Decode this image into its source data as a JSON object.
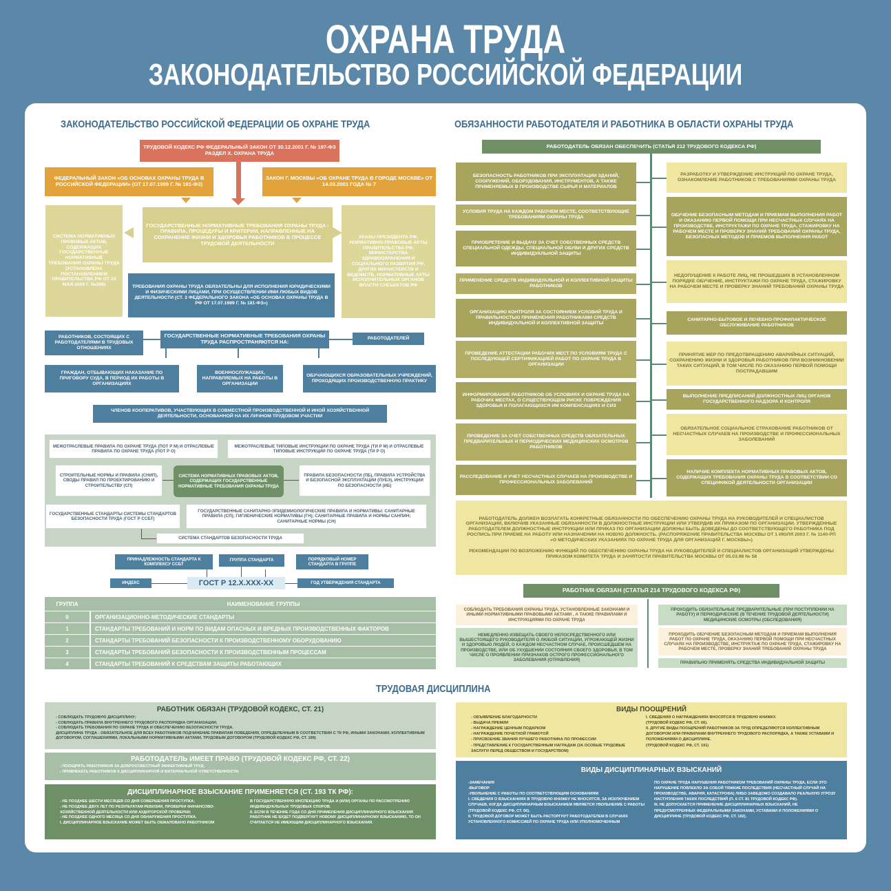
{
  "header": {
    "title": "ОХРАНА ТРУДА",
    "subtitle": "ЗАКОНОДАТЕЛЬСТВО РОССИЙСКОЙ ФЕДЕРАЦИИ"
  },
  "left": {
    "heading": "ЗАКОНОДАТЕЛЬСТВО РОССИЙСКОЙ ФЕДЕРАЦИИ ОБ ОХРАНЕ ТРУДА",
    "tk": "ТРУДОВОЙ КОДЕКС РФ ФЕДЕРАЛЬНЫЙ ЗАКОН ОТ 30.12.2001 Г. № 197-ФЗ РАЗДЕЛ X. ОХРАНА ТРУДА",
    "fz": "ФЕДЕРАЛЬНЫЙ ЗАКОН «ОБ ОСНОВАХ ОХРАНЫ ТРУДА В РОССИЙСКОЙ ФЕДЕРАЦИИ» (ОТ 17.07.1999 Г. № 181-ФЗ)",
    "mos": "ЗАКОН Г. МОСКВЫ «ОБ ОХРАНЕ ТРУДА В ГОРОДЕ МОСКВЕ» ОТ 14.03.2001 ГОДА № 7",
    "sys": "СИСТЕМА НОРМАТИВНЫХ ПРАВОВЫХ АКТОВ, СОДЕРЖАЩИХ ГОСУДАРСТВЕННЫЕ НОРМАТИВНЫЕ ТРЕБОВАНИЯ ОХРАНЫ ТРУДА (УСТАНОВЛЕНА ПОСТАНОВЛЕНИЕМ ПРАВИТЕЛЬСТВА РФ ОТ 23 МАЯ 2000 Г. №399)",
    "gos": "ГОСУДАРСТВЕННЫЕ НОРМАТИВНЫЕ ТРЕБОВАНИЯ ОХРАНЫ ТРУДА - ПРАВИЛА, ПРОЦЕДУРЫ И КРИТЕРИИ, НАПРАВЛЕННЫЕ НА СОХРАНЕНИЕ ЖИЗНИ И ЗДОРОВЬЯ РАБОТНИКОВ В ПРОЦЕССЕ ТРУДОВОЙ ДЕЯТЕЛЬНОСТИ",
    "ukaz": "УКАЗЫ ПРЕЗИДЕНТА РФ, НОРМАТИВНО-ПРАВОВЫЕ АКТЫ ПРАВИТЕЛЬСТВА РФ, МИНИСТЕРСТВА ЗДРАВООХРАНЕНИЯ И СОЦИАЛЬНОГО РАЗВИТИЯ РФ, ДРУГИХ МИНИСТЕРСТВ И ВЕДОМСТВ, НОРМАТИВНЫЕ АКТЫ ИСПОЛНИТЕЛЬНЫХ ОРГАНОВ ВЛАСТИ СУБЪЕКТОВ РФ",
    "obyaz": "ТРЕБОВАНИЯ ОХРАНЫ ТРУДА ОБЯЗАТЕЛЬНЫ ДЛЯ ИСПОЛНЕНИЯ ЮРИДИЧЕСКИМИ И ФИЗИЧЕСКИМИ ЛИЦАМИ, ПРИ ОСУЩЕСТВЛЕНИИ ИМИ ЛЮБЫХ ВИДОВ ДЕЯТЕЛЬНОСТИ (СТ. 3 ФЕДЕРАЛЬНОГО ЗАКОНА «ОБ ОСНОВАХ ОХРАНЫ ТРУДА В РФ ОТ 17.07.1999 Г. № 181-ФЗ»)",
    "rab": "РАБОТНИКОВ, СОСТОЯЩИХ С РАБОТОДАТЕЛЯМИ В ТРУДОВЫХ ОТНОШЕНИЯХ",
    "rasp": "ГОСУДАРСТВЕННЫЕ НОРМАТИВНЫЕ ТРЕБОВАНИЯ ОХРАНЫ ТРУДА РАСПРОСТРАНЯЮТСЯ НА:",
    "rabdat": "РАБОТОДАТЕЛЕЙ",
    "grazh": "ГРАЖДАН, ОТБЫВАЮЩИХ НАКАЗАНИЕ ПО ПРИГОВОРУ СУДА, В ПЕРИОД ИХ РАБОТЫ В ОРГАНИЗАЦИЯХ",
    "voen": "ВОЕННОСЛУЖАЩИХ, НАПРАВЛЯЕМЫХ НА РАБОТЫ В ОРГАНИЗАЦИИ",
    "obuch": "ОБУЧАЮЩИХСЯ ОБРАЗОВАТЕЛЬНЫХ УЧРЕЖДЕНИЙ, ПРОХОДЯЩИХ ПРОИЗВОДСТВЕННУЮ ПРАКТИКУ",
    "chlen": "ЧЛЕНОВ КООПЕРАТИВОВ, УЧАСТВУЮЩИХ В СОВМЕСТНОЙ ПРОИЗВОДСТВЕННОЙ И ИНОЙ ХОЗЯЙСТВЕННОЙ ДЕЯТЕЛЬНОСТИ, ОСНОВАННОЙ НА ИХ ЛИЧНОМ ТРУДОВОМ УЧАСТИИ"
  },
  "norm": {
    "pot": "МЕЖОТРАСЛЕВЫЕ ПРАВИЛА ПО ОХРАНЕ ТРУДА (ПОТ Р М) И ОТРАСЛЕВЫЕ ПРАВИЛА ПО ОХРАНЕ ТРУДА (ПОТ Р О)",
    "ti": "МЕЖОТРАСЛЕВЫЕ ТИПОВЫЕ ИНСТРУКЦИИ ПО ОХРАНЕ ТРУДА (ТИ Р М) И ОТРАСЛЕВЫЕ ТИПОВЫЕ ИНСТРУКЦИИ ПО ОХРАНЕ ТРУДА (ТИ Р О)",
    "snip": "СТРОИТЕЛЬНЫЕ НОРМЫ И ПРАВИЛА (СНИП), СВОДЫ ПРАВИЛ ПО ПРОЕКТИРОВАНИЮ И СТРОИТЕЛЬСТВУ (СП)",
    "center": "СИСТЕМА НОРМАТИВНЫХ ПРАВОВЫХ АКТОВ, СОДЕРЖАЩИХ ГОСУДАРСТВЕННЫЕ НОРМАТИВНЫЕ ТРЕБОВАНИЯ ОХРАНЫ ТРУДА",
    "pb": "ПРАВИЛА БЕЗОПАСНОСТИ (ПБ), ПРАВИЛА УСТРОЙСТВА И БЕЗОПАСНОЙ ЭКСПЛУАТАЦИИ (ПУБЭ), ИНСТРУКЦИИ ПО БЕЗОПАСНОСТИ (ИБ)",
    "gost": "ГОСУДАРСТВЕННЫЕ СТАНДАРТЫ СИСТЕМЫ СТАНДАРТОВ БЕЗОПАСНОСТИ ТРУДА (ГОСТ Р ССБТ)",
    "san": "ГОСУДАРСТВЕННЫЕ САНИТАРНО-ЭПИДЕМИОЛОГИЧЕСКИЕ ПРАВИЛА И НОРМАТИВЫ: САНИТАРНЫЕ ПРАВИЛА (СП); ГИГИЕНИЧЕСКИЕ НОРМАТИВЫ (ГН); САНИТАРНЫЕ ПРАВИЛА И НОРМЫ САНПИН; САНИТАРНЫЕ НОРМЫ (СН)",
    "ssbt": "СИСТЕМА СТАНДАРТОВ БЕЗОПАСНОСТИ ТРУДА"
  },
  "gost": {
    "prinad": "ПРИНАДЛЕЖНОСТЬ СТАНДАРТА К КОМПЛЕКСУ ССБТ",
    "gruppa": "ГРУППА СТАНДАРТА",
    "poryad": "ПОРЯДКОВЫЙ НОМЕР СТАНДАРТА В ГРУППЕ",
    "index": "ИНДЕКС",
    "code": "ГОСТ Р 12.Х.ХХХ-ХХ",
    "god": "ГОД УТВЕРЖДЕНИЯ СТАНДАРТА"
  },
  "groups": {
    "h1": "ГРУППА",
    "h2": "НАИМЕНОВАНИЕ ГРУППЫ",
    "rows": [
      {
        "n": "0",
        "t": "ОРГАНИЗАЦИОННО-МЕТОДИЧЕСКИЕ СТАНДАРТЫ"
      },
      {
        "n": "1",
        "t": "СТАНДАРТЫ ТРЕБОВАНИЙ И НОРМ ПО ВИДАМ ОПАСНЫХ И ВРЕДНЫХ ПРОИЗВОДСТВЕННЫХ ФАКТОРОВ"
      },
      {
        "n": "2",
        "t": "СТАНДАРТЫ ТРЕБОВАНИЙ БЕЗОПАСНОСТИ К ПРОИЗВОДСТВЕННОМУ ОБОРУДОВАНИЮ"
      },
      {
        "n": "3",
        "t": "СТАНДАРТЫ ТРЕБОВАНИЙ БЕЗОПАСНОСТИ К ПРОИЗВОДСТВЕННЫМ ПРОЦЕССАМ"
      },
      {
        "n": "4",
        "t": "СТАНДАРТЫ ТРЕБОВАНИЙ К СРЕДСТВАМ ЗАЩИТЫ РАБОТАЮЩИХ"
      }
    ]
  },
  "right": {
    "heading": "ОБЯЗАННОСТИ РАБОТОДАТЕЛЯ И РАБОТНИКА В ОБЛАСТИ ОХРАНЫ ТРУДА",
    "emp_head": "РАБОТОДАТЕЛЬ ОБЯЗАН ОБЕСПЕЧИТЬ (СТАТЬЯ 212 ТРУДОВОГО КОДЕКСА РФ)",
    "left_items": [
      "БЕЗОПАСНОСТЬ РАБОТНИКОВ ПРИ ЭКСПЛУАТАЦИИ ЗДАНИЙ, СООРУЖЕНИЙ, ОБОРУДОВАНИЯ, ИНСТРУМЕНТОВ, А ТАКЖЕ ПРИМЕНЯЕМЫХ В ПРОИЗВОДСТВЕ СЫРЬЯ И МАТЕРИАЛОВ",
      "УСЛОВИЯ ТРУДА НА КАЖДОМ РАБОЧЕМ МЕСТЕ, СООТВЕТСТВУЮЩИЕ ТРЕБОВАНИЯМ ОХРАНЫ ТРУДА",
      "ПРИОБРЕТЕНИЕ И ВЫДАЧУ ЗА СЧЕТ СОБСТВЕННЫХ СРЕДСТВ СПЕЦИАЛЬНОЙ ОДЕЖДЫ, СПЕЦИАЛЬНОЙ ОБУВИ И ДРУГИХ СРЕДСТВ ИНДИВИДУАЛЬНОЙ ЗАЩИТЫ",
      "ПРИМЕНЕНИЕ СРЕДСТВ ИНДИВИДУАЛЬНОЙ И КОЛЛЕКТИВНОЙ ЗАЩИТЫ РАБОТНИКОВ",
      "ОРГАНИЗАЦИЮ КОНТРОЛЯ ЗА СОСТОЯНИЕМ УСЛОВИЙ ТРУДА И ПРАВИЛЬНОСТЬЮ ПРИМЕНЕНИЯ РАБОТНИКАМИ СРЕДСТВ ИНДИВИДУАЛЬНОЙ И КОЛЛЕКТИВНОЙ ЗАЩИТЫ",
      "ПРОВЕДЕНИЕ АТТЕСТАЦИИ РАБОЧИХ МЕСТ ПО УСЛОВИЯМ ТРУДА С ПОСЛЕДУЮЩЕЙ СЕРТИФИКАЦИЕЙ РАБОТ ПО ОХРАНЕ ТРУДА В ОРГАНИЗАЦИИ",
      "ИНФОРМИРОВАНИЕ РАБОТНИКОВ ОБ УСЛОВИЯХ И ОХРАНЕ ТРУДА НА РАБОЧИХ МЕСТАХ, О СУЩЕСТВУЮЩЕМ РИСКЕ ПОВРЕЖДЕНИЯ ЗДОРОВЬЯ И ПОЛАГАЮЩИХСЯ ИМ КОМПЕНСАЦИЯХ И СИЗ",
      "ПРОВЕДЕНИЕ ЗА СЧЕТ СОБСТВЕННЫХ СРЕДСТВ ОБЯЗАТЕЛЬНЫХ ПРЕДВАРИТЕЛЬНЫХ И ПЕРИОДИЧЕСКИХ МЕДИЦИНСКИХ ОСМОТРОВ РАБОТНИКОВ",
      "РАССЛЕДОВАНИЕ И УЧЕТ НЕСЧАСТНЫХ СЛУЧАЕВ НА ПРОИЗВОДСТВЕ И ПРОФЕССИОНАЛЬНЫХ ЗАБОЛЕВАНИЙ"
    ],
    "right_items": [
      "РАЗРАБОТКУ И УТВЕРЖДЕНИЕ ИНСТРУКЦИЙ ПО ОХРАНЕ ТРУДА, ОЗНАКОМЛЕНИЕ РАБОТНИКОВ С ТРЕБОВАНИЯМИ ОХРАНЫ ТРУДА",
      "ОБУЧЕНИЕ БЕЗОПАСНЫМ МЕТОДАМ И ПРИЕМАМ ВЫПОЛНЕНИЯ РАБОТ И ОКАЗАНИЮ ПЕРВОЙ ПОМОЩИ ПРИ НЕСЧАСТНЫХ СЛУЧАЯХ НА ПРОИЗВОДСТВЕ, ИНСТРУКТАЖИ ПО ОХРАНЕ ТРУДА, СТАЖИРОВКУ НА РАБОЧЕМ МЕСТЕ И ПРОВЕРКУ ЗНАНИЙ ТРЕБОВАНИЙ ОХРАНЫ ТРУДА, БЕЗОПАСНЫХ МЕТОДОВ И ПРИЕМОВ ВЫПОЛНЕНИЯ РАБОТ",
      "НЕДОПУЩЕНИЕ К РАБОТЕ ЛИЦ, НЕ ПРОШЕДШИХ В УСТАНОВЛЕННОМ ПОРЯДКЕ ОБУЧЕНИЕ, ИНСТРУКТАЖИ ПО ОХРАНЕ ТРУДА, СТАЖИРОВКУ НА РАБОЧЕМ МЕСТЕ И ПРОВЕРКУ ЗНАНИЙ ТРЕБОВАНИЙ ОХРАНЫ ТРУДА",
      "САНИТАРНО-БЫТОВОЕ И ЛЕЧЕБНО-ПРОФИЛАКТИЧЕСКОЕ ОБСЛУЖИВАНИЕ РАБОТНИКОВ",
      "ПРИНЯТИЕ МЕР ПО ПРЕДОТВРАЩЕНИЮ АВАРИЙНЫХ СИТУАЦИЙ, СОХРАНЕНИЮ ЖИЗНИ И ЗДОРОВЬЯ РАБОТНИКОВ ПРИ ВОЗНИКНОВЕНИИ ТАКИХ СИТУАЦИЙ, В ТОМ ЧИСЛЕ ПО ОКАЗАНИЮ ПЕРВОЙ ПОМОЩИ ПОСТРАДАВШИМ",
      "ВЫПОЛНЕНИЕ ПРЕДПИСАНИЙ ДОЛЖНОСТНЫХ ЛИЦ ОРГАНОВ ГОСУДАРСТВЕННОГО НАДЗОРА И КОНТРОЛЯ",
      "ОБЯЗАТЕЛЬНОЕ СОЦИАЛЬНОЕ СТРАХОВАНИЕ РАБОТНИКОВ ОТ НЕСЧАСТНЫХ СЛУЧАЕВ НА ПРОИЗВОДСТВЕ И ПРОФЕССИОНАЛЬНЫХ ЗАБОЛЕВАНИЙ",
      "НАЛИЧИЕ КОМПЛЕКТА НОРМАТИВНЫХ ПРАВОВЫХ АКТОВ, СОДЕРЖАЩИХ ТРЕБОВАНИЯ ОХРАНЫ ТРУДА В СООТВЕТСТВИИ СО СПЕЦИФИКОЙ ДЕЯТЕЛЬНОСТИ ОРГАНИЗАЦИИ"
    ],
    "note1": "РАБОТОДАТЕЛЬ ДОЛЖЕН ВОЗЛАГАТЬ КОНКРЕТНЫЕ ОБЯЗАННОСТИ ПО ОБЕСПЕЧЕНИЮ ОХРАНЫ ТРУДА НА РУКОВОДИТЕЛЕЙ И СПЕЦИАЛИСТОВ ОРГАНИЗАЦИИ, ВКЛЮЧИВ УКАЗАННЫЕ ОБЯЗАННОСТИ В ДОЛЖНОСТНЫЕ ИНСТРУКЦИИ ИЛИ УТВЕРДИВ ИХ ПРИКАЗОМ ПО ОРГАНИЗАЦИИ. УТВЕРЖДЕННЫЕ РАБОТОДАТЕЛЕМ ДОЛЖНОСТНЫЕ ИНСТРУКЦИИ ИЛИ ПРИКАЗ ПО ОРГАНИЗАЦИИ ДОЛЖНЫ БЫТЬ ДОВЕДЕНЫ ДО СООТВЕТСТВУЮЩЕГО РАБОТНИКА ПОД РОСПИСЬ ПРИ ПРИЕМЕ НА РАБОТУ ИЛИ НАЗНАЧЕНИИ НА НОВУЮ ДОЛЖНОСТЬ. (РАСПОРЯЖЕНИЕ ПРАВИТЕЛЬСТВА МОСКВЫ ОТ 1 ИЮЛЯ 2003 Г. № 1140-РП «О МЕТОДИЧЕСКИХ УКАЗАНИЯХ ПО ОХРАНЕ ТРУДА ДЛЯ ОРГАНИЗАЦИЙ Г. МОСКВЫ»)",
    "note2": "РЕКОМЕНДАЦИИ ПО ВОЗЛОЖЕНИЮ ФУНКЦИЙ ПО ОБЕСПЕЧЕНИЮ ОХРАНЫ ТРУДА НА РУКОВОДИТЕЛЕЙ И СПЕЦИАЛИСТОВ ОРГАНИЗАЦИЙ УТВЕРЖДЕНЫ ПРИКАЗОМ КОМИТЕТА ТРУДА И ЗАНЯТОСТИ ПРАВИТЕЛЬСТВА МОСКВЫ ОТ 05.03.98 № 58",
    "worker_head": "РАБОТНИК ОБЯЗАН (СТАТЬЯ 214 ТРУДОВОГО КОДЕКСА РФ)",
    "w1": "СОБЛЮДАТЬ ТРЕБОВАНИЯ ОХРАНЫ ТРУДА, УСТАНОВЛЕННЫЕ ЗАКОНАМИ И ИНЫМИ НОРМАТИВНЫМИ ПРАВОВЫМИ АКТАМИ , А ТАКЖЕ ПРАВИЛАМИ И ИНСТРУКЦИЯМИ ПО ОХРАНЕ ТРУДА",
    "w2": "НЕМЕДЛЕННО ИЗВЕЩАТЬ СВОЕГО НЕПОСРЕДСТВЕННОГО ИЛИ ВЫШЕСТОЯЩЕГО РУКОВОДИТЕЛЯ О ЛЮБОЙ СИТУАЦИИ, УГРОЖАЮЩЕЙ ЖИЗНИ И ЗДОРОВЬЮ ЛЮДЕЙ, О КАЖДОМ НЕСЧАСТНОМ СЛУЧАЕ, ПРОИСШЕДШЕМ НА ПРОИЗВОДСТВЕ, ИЛИ ОБ УХУДШЕНИИ СОСТОЯНИЯ СВОЕГО ЗДОРОВЬЯ, В ТОМ ЧИСЛЕ О ПРОЯВЛЕНИИ ПРИЗНАКОВ ОСТРОГО ПРОФЕССИОНАЛЬНОГО ЗАБОЛЕВАНИЯ (ОТРАВЛЕНИЯ)",
    "w3": "ПРОХОДИТЬ ОБЯЗАТЕЛЬНЫЕ ПРЕДВАРИТЕЛЬНЫЕ (ПРИ ПОСТУПЛЕНИИ НА РАБОТУ) И ПЕРИОДИЧЕСКИЕ (В ТЕЧЕНИЕ ТРУДОВОЙ ДЕЯТЕЛЬНОСТИ) МЕДИЦИНСКИЕ ОСМОТРЫ (ОБСЛЕДОВАНИЯ)",
    "w4": "ПРОХОДИТЬ ОБУЧЕНИЕ БЕЗОПАСНЫМ МЕТОДАМ И ПРИЕМАМ ВЫПОЛНЕНИЯ РАБОТ ПО ОХРАНЕ ТРУДА, ОКАЗАНИЮ ПЕРВОЙ ПОМОЩИ ПРИ НЕСЧАСТНЫХ СЛУЧАЯХ НА ПРОИЗВОДСТВЕ, ИНСТРУКТАЖ ПО ОХРАНЕ ТРУДА, СТАЖИРОВКУ НА РАБОЧЕМ МЕСТЕ, ПРОВЕРКУ ЗНАНИЙ ТРЕБОВАНИЙ ОХРАНЫ ТРУДА",
    "w5": "ПРАВИЛЬНО ПРИМЕНЯТЬ СРЕДСТВА ИНДИВИДУАЛЬНОЙ ЗАЩИТЫ"
  },
  "disc": {
    "heading": "ТРУДОВАЯ ДИСЦИПЛИНА",
    "rab_head": "РАБОТНИК ОБЯЗАН (ТРУДОВОЙ КОДЕКС, СТ. 21)",
    "rab_text": "- СОБЛЮДАТЬ ТРУДОВУЮ ДИСЦИПЛИНУ;\n- СОБЛЮДАТЬ ПРАВИЛА ВНУТРЕННЕГО ТРУДОВОГО РАСПОРЯДКА ОРГАНИЗАЦИИ;\n- СОБЛЮДАТЬ ТРЕБОВАНИЯ ПО ОХРАНЕ ТРУДА И ОБЕСПЕЧЕНИЮ БЕЗОПАСНОСТИ ТРУДА.\nДИСЦИПЛИНА ТРУДА - ОБЯЗАТЕЛЬНОЕ ДЛЯ ВСЕХ РАБОТНИКОВ ПОДЧИНЕНИЕ ПРАВИЛАМ ПОВЕДЕНИЯ, ОПРЕДЕЛЕННЫМ В СООТВЕТСТВИИ С ТК РФ, ИНЫМИ ЗАКОНАМИ, КОЛЛЕКТИВНЫМ ДОГОВОРОМ, СОГЛАШЕНИЯМИ, ЛОКАЛЬНЫМИ НОРМАТИВНЫМИ АКТАМИ, ТРУДОВЫМ ДОГОВОРОМ (ТРУДОВОЙ КОДЕКС РФ, СТ. 189)",
    "emp_head": "РАБОТОДАТЕЛЬ ИМЕЕТ ПРАВО (ТРУДОВОЙ КОДЕКС РФ, СТ. 22)",
    "emp_text": "- ПООЩРЯТЬ РАБОТНИКОВ ЗА ДОБРОСОВЕСТНЫЙ ЭФФЕКТИВНЫЙ ТРУД;\n- ПРИВЛЕКАТЬ РАБОТНИКОВ К ДИСЦИПЛИНАРНОЙ И МАТЕРИАЛЬНОЙ ОТВЕТСТВЕННОСТИ.",
    "vz_head": "ДИСЦИПЛИНАРНОЕ ВЗЫСКАНИЕ ПРИМЕНЯЕТСЯ (СТ. 193 ТК РФ):",
    "vz_left": "- НЕ ПОЗДНЕЕ ШЕСТИ МЕСЯЦЕВ СО ДНЯ СОВЕРШЕНИЯ ПРОСТУПКА;\n- НЕ ПОЗДНЕЕ ДВУХ ЛЕТ ПО РЕЗУЛЬТАТАМ РЕВИЗИИ, ПРОВЕРКИ ФИНАНСОВО-ХОЗЯЙСТВЕННОЙ ДЕЯТЕЛЬНОСТИ ИЛИ АУДИТОРСКОЙ ПРОВЕРКИ;\n- НЕ ПОЗДНЕЕ ОДНОГО МЕСЯЦА СО ДНЯ ОБНАРУЖЕНИЯ ПРОСТУПКА.\nI. ДИСЦИПЛИНАРНОЕ ВЗЫСКАНИЕ МОЖЕТ БЫТЬ ОБЖАЛОВАНО РАБОТНИКОМ",
    "vz_right": "В ГОСУДАРСТВЕННУЮ ИНСПЕКЦИЮ ТРУДА И (ИЛИ) ОРГАНЫ ПО РАССМОТРЕНИЮ ИНДИВИДУАЛЬНЫХ ТРУДОВЫХ СПОРОВ.\nII. ЕСЛИ В ТЕЧЕНИЕ ГОДА СО ДНЯ ПРИМЕНЕНИЯ ДИСЦИПЛИНАРНОГО ВЗЫСКАНИЯ РАБОТНИК НЕ БУДЕТ ПОДВЕРГНУТ НОВОМУ ДИСЦИПЛИНАРНОМУ ВЗЫСКАНИЮ, ТО ОН СЧИТАЕТСЯ НЕ ИМЕЮЩИМ ДИСЦИПЛИНАРНОГО ВЗЫСКАНИЯ.",
    "poo_head": "ВИДЫ ПООЩРЕНИЙ",
    "poo_left": "- ОБЪЯВЛЕНИЕ БЛАГОДАРНОСТИ\n- ВЫДАЧА ПРЕМИИ\n- НАГРАЖДЕНИЕ ЦЕННЫМ ПОДАРКОМ\n- НАГРАЖДЕНИЕ ПОЧЕТНОЙ ГРАМОТОЙ\n- ПРИСВОЕНИЕ ЗВАНИЯ ЛУЧШЕГО РАБОТНИКА ПО ПРОФЕССИИ\n- ПРЕДСТАВЛЕНИЕ К ГОСУДАРСТВЕННЫМ НАГРАДАМ (ЗА ОСОБЫЕ ТРУДОВЫЕ ЗАСЛУГИ ПЕРЕД ОБЩЕСТВОМ И ГОСУДАРСТВОМ)",
    "poo_right": "I. СВЕДЕНИЯ О НАГРАЖДЕНИЯХ ВНОСЯТСЯ В ТРУДОВУЮ КНИЖКУ.\n(ТРУДОВОЙ КОДЕКС РФ, СТ. 66).\nII. ДРУГИЕ ВИДЫ ПООЩРЕНИЙ РАБОТНИКОВ ЗА ТРУД ОПРЕДЕЛЯЮТСЯ КОЛЛЕКТИВНЫМ ДОГОВОРОМ ИЛИ ПРАВИЛАМИ ВНУТРЕННЕГО ТРУДОВОГО РАСПОРЯДКА, А ТАКЖЕ УСТАВАМИ И ПОЛОЖЕНИЯМИ О ДИСЦИПЛИНЕ.\n(ТРУДОВОЙ КОДЕКС РФ, СТ. 191)",
    "vid_head": "ВИДЫ ДИСЦИПЛИНАРНЫХ ВЗЫСКАНИЙ",
    "vid_left": "-ЗАМЕЧАНИЯ\n-ВЫГОВОР\n-УВОЛЬНЕНИЕ С РАБОТЫ ПО СООТВЕТСТВУЮЩИМ ОСНОВАНИЯМ\nI. СВЕДЕНИЯ О ВЗЫСКАНИЯХ В ТРУДОВУЮ КНИЖКУ НЕ ВНОСЯТСЯ, ЗА ИСКЛЮЧЕНИЕМ СЛУЧАЕВ, КОГДА ДИСЦИПЛИНАРНЫМ ВЗЫСКАНИЕМ ЯВЛЯЕТСЯ УВОЛЬНЕНИЕ С РАБОТЫ (ТРУДОВОЙ КОДЕКС РФ, СТ. 66).\nII. ТРУДОВОЙ ДОГОВОР МОЖЕТ БЫТЬ РАСТОРГНУТ РАБОТОДАТЕЛЕМ В СЛУЧАЯХ УСТАНОВЛЕННОГО КОМИССИЕЙ ПО ОХРАНЕ ТРУДА ИЛИ УПОЛНОМОЧЕННЫМ",
    "vid_right": "ПО ОХРАНЕ ТРУДА НАРУШЕНИЯ РАБОТНИКОМ ТРЕБОВАНИЙ ОХРАНЫ ТРУДА, ЕСЛИ ЭТО НАРУШЕНИЕ ПОВЛЕКЛО ЗА СОБОЙ ТЯЖКИЕ ПОСЛЕДСТВИЯ (НЕСЧАСТНЫЙ СЛУЧАЙ НА ПРОИЗВОДСТВЕ, АВАРИЯ, КАТАСТРОФА) ЛИБО ЗАВЕДОМО СОЗДАВАЛО РЕАЛЬНУЮ УГРОЗУ НАСТУПЛЕНИЯ ТАКИХ ПОСЛЕДСТВИЙ (П. 6 СТ. 81 ТРУДОВОЙ КОДЕКС РФ).\nIII. НЕ ДОПУСКАЕТСЯ ПРИМЕНЕНИЕ ДИСЦИПЛИНАРНЫХ ВЗЫСКАНИЙ, НЕ ПРЕДУСМОТРЕННЫХ ФЕДЕРАЛЬНЫМИ ЗАКОНАМИ, УСТАВАМИ И ПОЛОЖЕНИЯМИ О ДИСЦИПЛИНЕ (ТРУДОВОЙ КОДЕКС РФ, СТ. 192)."
  }
}
